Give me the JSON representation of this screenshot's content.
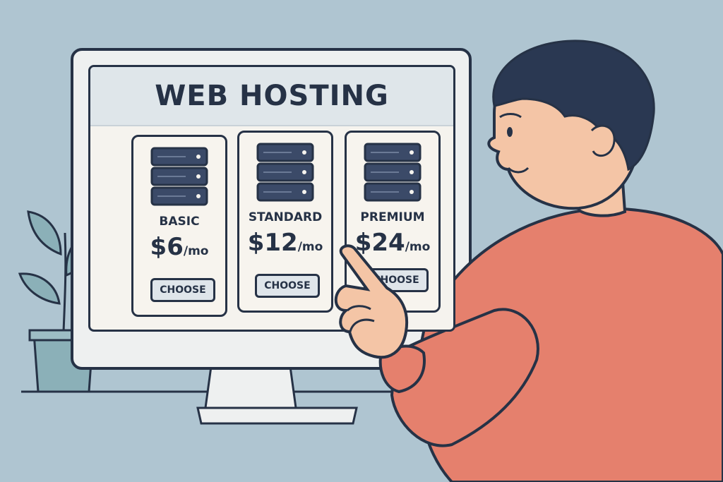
{
  "screen": {
    "title": "WEB HOSTING"
  },
  "plans": [
    {
      "name": "BASIC",
      "price": "$6",
      "unit": "/mo",
      "button_label": "CHOOSE"
    },
    {
      "name": "STANDARD",
      "price": "$12",
      "unit": "/mo",
      "button_label": "CHOOSE"
    },
    {
      "name": "PREMIUM",
      "price": "$24",
      "unit": "/mo",
      "button_label": "CHOOSE"
    }
  ],
  "colors": {
    "background": "#afc5d1",
    "ink": "#263246",
    "screen": "#f5f3ee",
    "server": "#3b4a68",
    "shirt": "#e5806d",
    "hair": "#2a3852",
    "skin": "#f4c5a6",
    "plant": "#8bb0b8"
  },
  "icons": [
    "server-icon",
    "plant",
    "monitor",
    "person"
  ]
}
